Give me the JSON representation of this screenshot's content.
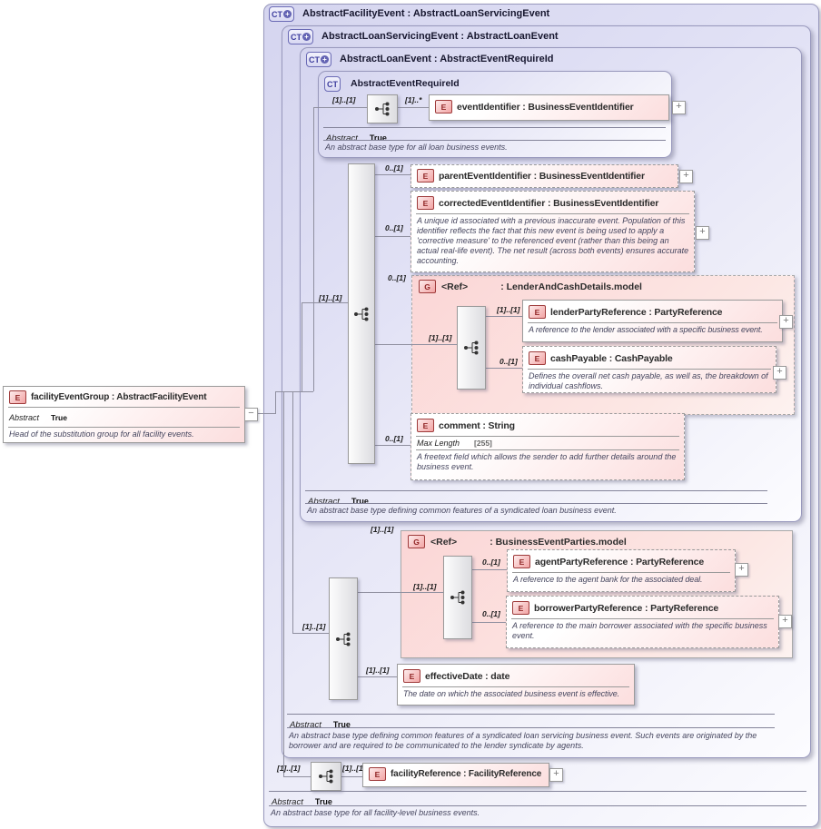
{
  "icons": {
    "ct": "CT",
    "element": "E",
    "group": "G",
    "plus": "+",
    "minus": "−"
  },
  "labels": {
    "abstract": "Abstract",
    "true": "True"
  },
  "substitution_head": {
    "title": "facilityEventGroup : AbstractFacilityEvent",
    "annotation": "Head of the substitution group for all facility events."
  },
  "complex_types": {
    "abstract_facility_event": {
      "title": "AbstractFacilityEvent : AbstractLoanServicingEvent",
      "annotation": "An abstract base type for all facility-level business events."
    },
    "abstract_loan_servicing_event": {
      "title": "AbstractLoanServicingEvent : AbstractLoanEvent",
      "annotation": "An abstract base type defining common features of a syndicated loan servicing business event. Such events are originated by the borrower and are required to be communicated to the lender syndicate by agents."
    },
    "abstract_loan_event": {
      "title": "AbstractLoanEvent : AbstractEventRequireId",
      "annotation": "An abstract base type defining common features of a syndicated loan business event."
    },
    "abstract_event_require_id": {
      "title": "AbstractEventRequireId",
      "annotation": "An abstract base type for all loan business events."
    }
  },
  "groups": {
    "lender_and_cash_details": {
      "ref": "<Ref>",
      "type": ": LenderAndCashDetails.model"
    },
    "business_event_parties": {
      "ref": "<Ref>",
      "type": ": BusinessEventParties.model"
    }
  },
  "elements": {
    "event_identifier": {
      "label": "eventIdentifier : BusinessEventIdentifier"
    },
    "parent_event_identifier": {
      "label": "parentEventIdentifier : BusinessEventIdentifier"
    },
    "corrected_event_identifier": {
      "label": "correctedEventIdentifier : BusinessEventIdentifier",
      "annotation": "A unique id associated with a previous inaccurate event. Population of this identifier reflects the fact that this new event is being used to apply a 'corrective measure' to the referenced event (rather than this being an actual real-life event). The net result (across both events) ensures accurate accounting."
    },
    "lender_party_reference": {
      "label": "lenderPartyReference : PartyReference",
      "annotation": "A reference to the lender associated with a specific business event."
    },
    "cash_payable": {
      "label": "cashPayable : CashPayable",
      "annotation": "Defines the overall net cash payable, as well as, the breakdown of individual cashflows."
    },
    "comment": {
      "label": "comment : String",
      "facet_label": "Max Length",
      "facet_value": "[255]",
      "annotation": "A freetext field which allows the sender to add further details around the business event."
    },
    "agent_party_reference": {
      "label": "agentPartyReference : PartyReference",
      "annotation": "A reference to the agent bank for the associated deal."
    },
    "borrower_party_reference": {
      "label": "borrowerPartyReference : PartyReference",
      "annotation": "A reference to the main borrower associated with the specific business event."
    },
    "effective_date": {
      "label": "effectiveDate : date",
      "annotation": "The date on which the associated business event is effective."
    },
    "facility_reference": {
      "label": "facilityReference : FacilityReference"
    }
  },
  "cardinalities": {
    "require_id_seq": "[1]..[1]",
    "event_identifier": "[1]..*",
    "parent_event_identifier": "0..[1]",
    "corrected_event_identifier": "0..[1]",
    "lender_group": "0..[1]",
    "loan_event_seq": "[1]..[1]",
    "lender_group_seq": "[1]..[1]",
    "lender_party_reference": "[1]..[1]",
    "cash_payable": "0..[1]",
    "comment": "0..[1]",
    "parties_group": "[1]..[1]",
    "servicing_seq": "[1]..[1]",
    "parties_group_seq": "[1]..[1]",
    "agent_party_reference": "0..[1]",
    "borrower_party_reference": "0..[1]",
    "effective_date": "[1]..[1]",
    "facility_seq": "[1]..[1]",
    "facility_reference": "[1]..[1]"
  }
}
